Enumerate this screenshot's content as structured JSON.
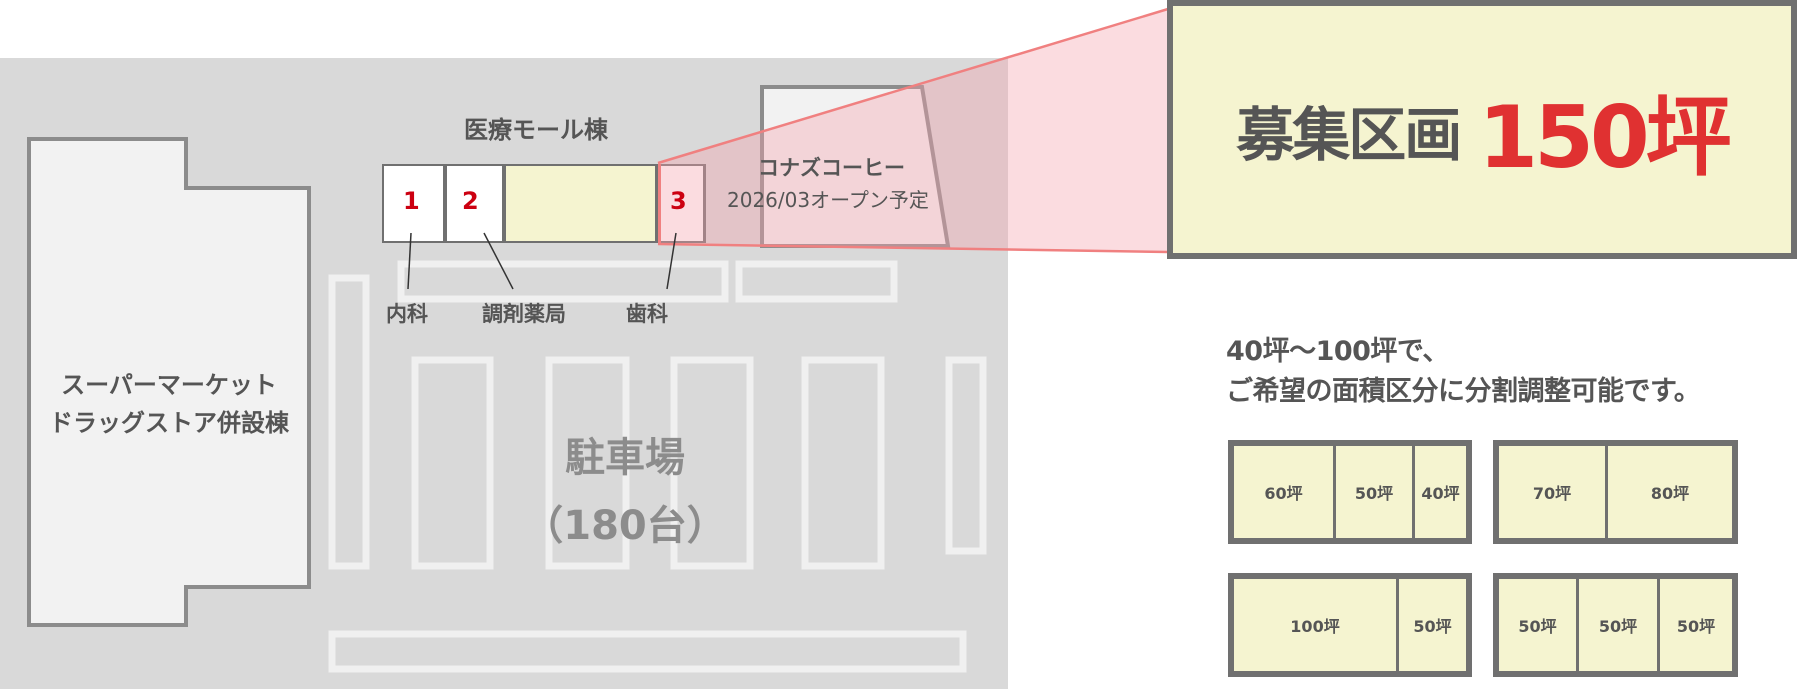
{
  "map": {
    "supermarket": {
      "line1": "スーパーマーケット",
      "line2": "ドラッグストア併設棟"
    },
    "medical_mall": {
      "title": "医療モール棟",
      "units": [
        {
          "number": "1",
          "label": "内科"
        },
        {
          "number": "2",
          "label": "調剤薬局"
        },
        {
          "number": "3",
          "label": "歯科"
        }
      ]
    },
    "coffee": {
      "name": "コナズコーヒー",
      "note": "2026/03オープン予定"
    },
    "parking": {
      "line1": "駐車場",
      "line2": "（180台）"
    }
  },
  "hero": {
    "label": "募集区画",
    "value": "150坪"
  },
  "promo": {
    "line1": "40坪～100坪で、",
    "line2": "ご希望の面積区分に分割調整可能です。"
  },
  "split_options": [
    {
      "cells": [
        "60坪",
        "50坪",
        "40坪"
      ]
    },
    {
      "cells": [
        "70坪",
        "80坪"
      ]
    },
    {
      "cells": [
        "100坪",
        "50坪"
      ]
    },
    {
      "cells": [
        "50坪",
        "50坪",
        "50坪"
      ]
    }
  ],
  "colors": {
    "map_bg": "#d9d9d9",
    "building_fill": "#f2f2f2",
    "outline": "#8c8c8c",
    "vacant_fill": "#f5f4d0",
    "accent_red": "#e03131",
    "unit_number_red": "#cc0011",
    "highlight_pink": "#f9d6da"
  }
}
